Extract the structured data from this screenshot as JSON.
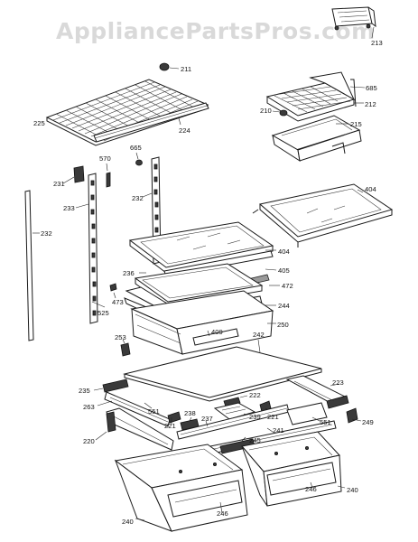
{
  "watermark": "AppliancePartsPros.com",
  "labels": {
    "l211": "211",
    "l213": "213",
    "l225": "225",
    "l224": "224",
    "l685": "685",
    "l212": "212",
    "l210": "210",
    "l215": "215",
    "l665": "665",
    "l570": "570",
    "l231": "231",
    "l232a": "232",
    "l233": "233",
    "l232b": "232",
    "l404a": "404",
    "l404b": "404",
    "l405": "405",
    "l472": "472",
    "l236": "236",
    "l473": "473",
    "l525": "525",
    "l244": "244",
    "l409": "409",
    "l250": "250",
    "l242": "242",
    "l253": "253",
    "l235": "235",
    "l223": "223",
    "l263": "263",
    "l551a": "551",
    "l222": "222",
    "l221a": "221",
    "l221b": "221",
    "l239": "239",
    "l238": "238",
    "l237": "237",
    "l551b": "551",
    "l249": "249",
    "l220": "220",
    "l241": "241",
    "l245": "245",
    "l246a": "246",
    "l246b": "246",
    "l240a": "240",
    "l240b": "240"
  }
}
